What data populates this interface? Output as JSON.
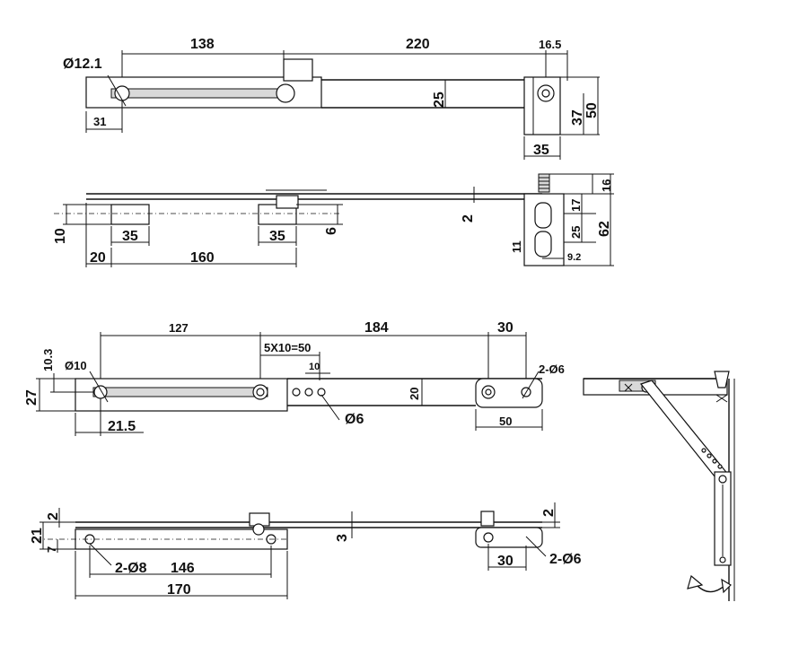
{
  "views": {
    "top_view": {
      "dims": [
        "Ø12.1",
        "138",
        "220",
        "16.5",
        "25",
        "37",
        "50",
        "31",
        "35"
      ]
    },
    "side_view": {
      "dims": [
        "2",
        "10",
        "35",
        "35",
        "6",
        "20",
        "160",
        "16",
        "17",
        "25",
        "62",
        "11",
        "9.2"
      ]
    },
    "plan_view_2": {
      "dims": [
        "127",
        "184",
        "30",
        "10.3",
        "Ø10",
        "27",
        "5X10=50",
        "10",
        "2-Ø6",
        "20",
        "Ø6",
        "21.5",
        "50"
      ]
    },
    "side_view_2": {
      "dims": [
        "2",
        "21",
        "7",
        "3",
        "2",
        "2-Ø8",
        "146",
        "170",
        "30",
        "2-Ø6"
      ]
    }
  }
}
